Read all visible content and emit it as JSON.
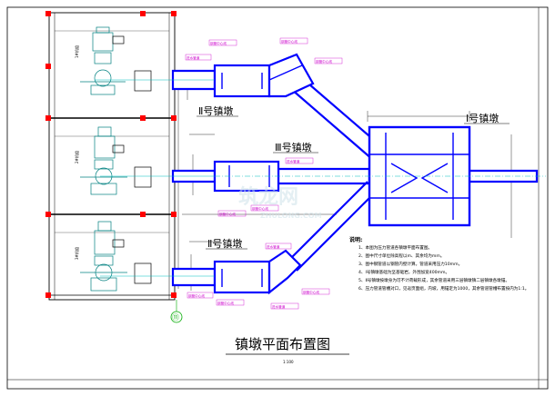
{
  "title": "镇墩平面布置图",
  "scale": "1:100",
  "axis_marker": "⑪",
  "block_labels": {
    "block1": "Ⅰ号镇墩",
    "block2_upper": "Ⅱ号镇墩",
    "block3": "Ⅲ号镇墩",
    "block2_lower": "Ⅱ号镇墩"
  },
  "notes": {
    "heading": "说明:",
    "items": [
      "1、本图为压力管道各镇墩平面布置图。",
      "2、图中尺寸单位除高程以m、其余均为mm。",
      "3、图中钢管道以钢管内壁计算。管道采用压力10mm。",
      "4、Ⅰ号镇墩基础为坚基础岩，外围加宽400mm。",
      "5、Ⅱ号镇墩按墩身为可不计荷载形成，其余管道采用三层镇墩镇二层镇墩各墩锚。",
      "6、压力管道管槽对口，见返页面组，内坡，用锚定为1000，其余管道管槽布置按内为1:1。"
    ]
  },
  "units": [
    {
      "label": "1#机组"
    },
    {
      "label": "2#机组"
    },
    {
      "label": "3#机组"
    }
  ],
  "pipe_tags": [
    "钢管中心线",
    "进水管道",
    "钢管中心线",
    "钢管中心线",
    "进水管道",
    "钢管中心线",
    "钢管中心线",
    "进水管道",
    "钢管中心线",
    "钢管中心线",
    "进水管道",
    "钢管中心线"
  ],
  "watermark": "筑龙网",
  "watermark_sub": "ZHULONG.COM",
  "colors": {
    "pipe": "#0000ff",
    "pipe_fill": "#ffffff",
    "frame": "#000000",
    "centerline": "#00c0c0",
    "tags": "#cc00cc",
    "equipment": "#008080",
    "axis": "#00aa00"
  }
}
